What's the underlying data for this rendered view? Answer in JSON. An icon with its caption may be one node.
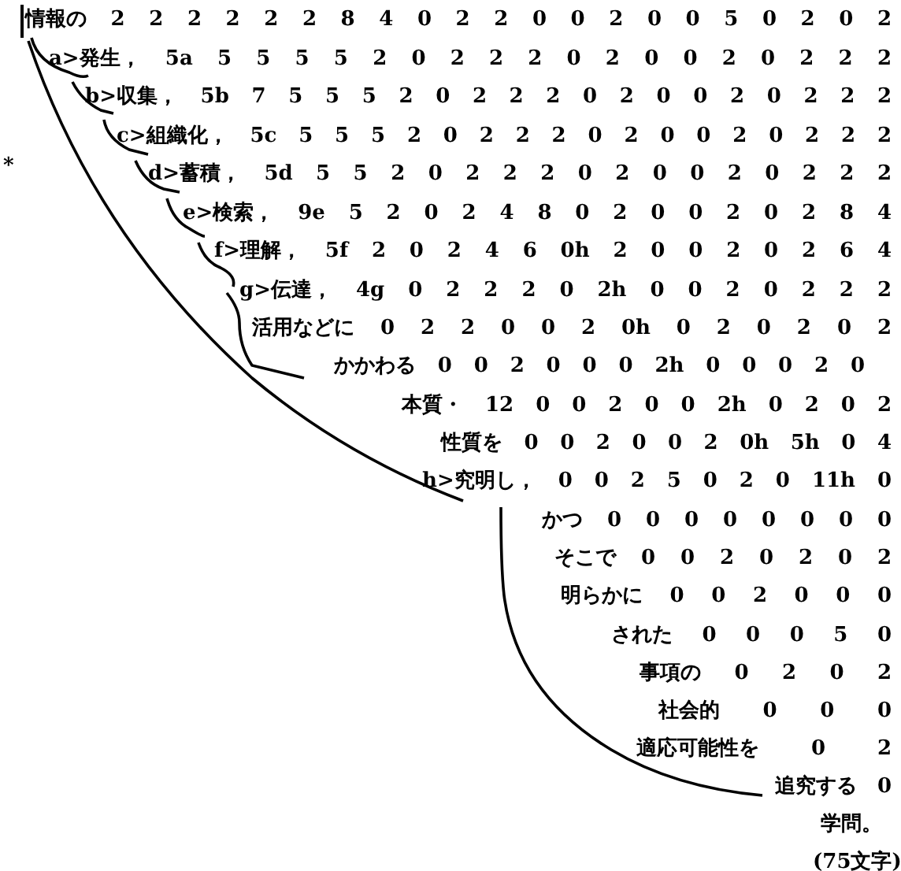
{
  "diagram": {
    "labels": [
      "情報の 2 2 2 2 2 2 8 4 0 2 2 0 0 2 0 0 5 0 2 0 2",
      "a>発生， 5a 5 5 5 5 2 0 2 2 2 0 2 0 0 2 0 2 2 2",
      "b>収集， 5b 7 5 5 5 2 0 2 2 2 0 2 0 0 2 0 2 2 2",
      "c>組織化， 5c 5 5 5 2 0 2 2 2 0 2 0 0 2 0 2 2 2",
      "*",
      "d>蓄積， 5d 5 5 2 0 2 2 2 0 2 0 0 2 0 2 2 2",
      "e>検索， 9e 5 2 0 2 4 8 0 2 0 0 2 0 2 8 4",
      "f>理解， 5f 2 0 2 4 6 0h 2 0 0 2 0 2 6 4",
      "g>伝達， 4g 0 2 2 2 0 2h 0 0 2 0 2 2 2",
      "活用などに 0 2 2 0 0 2 0h 0 2 0 2 0 2",
      "かかわる 0 0 2 0 0 0 2h 0 0 0 2 0",
      "本質・ 12 0 0 2 0 0 2h 0 2 0 2",
      "性質を 0 0 2 0 0 2 0h 5h 0 4",
      "h>究明し， 0 0 2 5 0 2 0 11h 0",
      "かつ 0 0 0 0 0 0 0 0",
      "そこで 0 0 2 0 2 0 2",
      "明らかに 0 0 2 0 0 0",
      "された 0 0 0 5 0",
      "事項の 0 2 0 2",
      "社会的 0 0 0",
      "適応可能性を 0 2",
      "追究する 0",
      "学問。",
      "(75文字)"
    ]
  }
}
